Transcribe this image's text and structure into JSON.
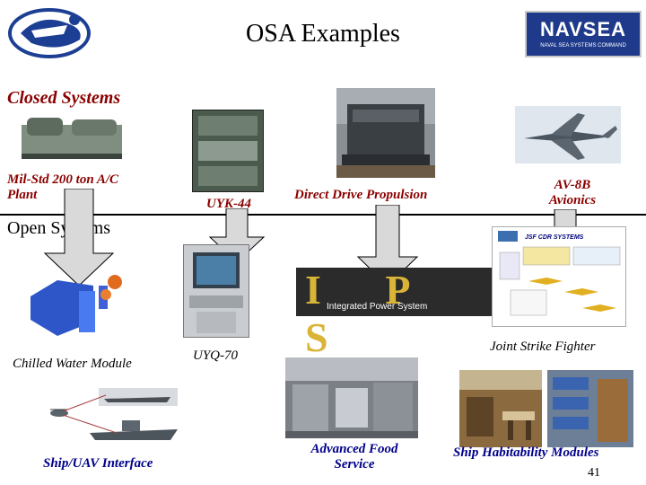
{
  "slide": {
    "title": "OSA Examples",
    "page_number": "41"
  },
  "logos": {
    "left_logo": "navsea-emblem",
    "right_logo_text": "NAVSEA",
    "right_logo_sub": "NAVAL SEA SYSTEMS COMMAND"
  },
  "sections": {
    "closed": "Closed Systems",
    "open": "Open Systems"
  },
  "closed_items": {
    "mil_std": "Mil-Std 200 ton A/C Plant",
    "uyk": "UYK-44",
    "ddp": "Direct Drive Propulsion",
    "av8b": "AV-8B Avionics"
  },
  "open_items": {
    "chilled": "Chilled Water Module",
    "uyq": "UYQ-70",
    "ips_text": "I P S",
    "ips_sub": "Integrated Power System",
    "jsf": "Joint Strike Fighter",
    "jsf_chart_title": "JSF CDR SYSTEMS",
    "ship_uav": "Ship/UAV Interface",
    "food": "Advanced Food Service",
    "habitability": "Ship Habitability Modules"
  }
}
